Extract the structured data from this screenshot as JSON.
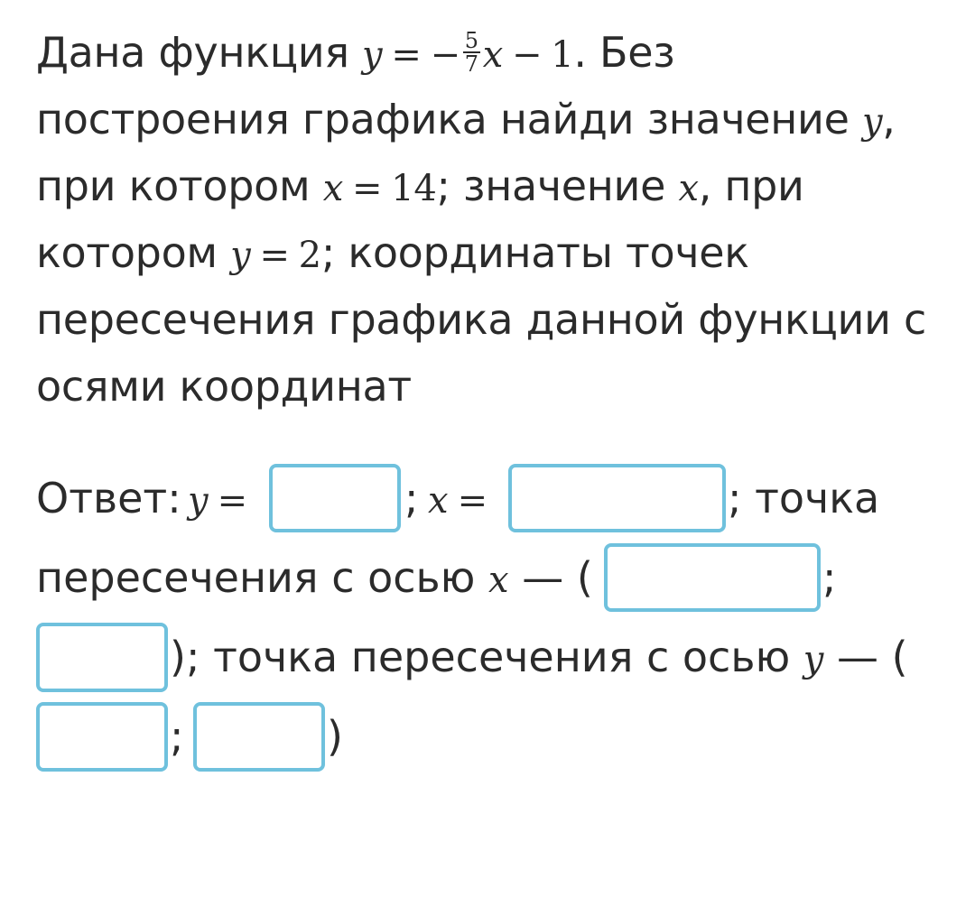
{
  "problem": {
    "intro": "Дана функция",
    "eq_y": "y",
    "eq_eq": "=",
    "eq_minus": "−",
    "eq_num": "5",
    "eq_den": "7",
    "eq_x": "x",
    "eq_minus2": "−",
    "eq_one": "1",
    "after_eq": ". Без",
    "line2_text": "построения графика найди значение",
    "line2_var": "y",
    "line2_tail": ",",
    "line3_a": "при котором",
    "line3_var": "x",
    "line3_eq": "=",
    "line3_val": "14",
    "line3_b": "; значение",
    "line3_var2": "x",
    "line3_c": ", при",
    "line4_a": "котором",
    "line4_var": "y",
    "line4_eq": "=",
    "line4_val": "2",
    "line4_b": "; координаты точек",
    "line5": "пересечения графика данной функции с",
    "line6": "осями координат"
  },
  "answer": {
    "label": "Ответ:",
    "y_var": "y",
    "eq": "=",
    "sep1": ";",
    "x_var": "x",
    "eq2": "=",
    "tail1": "; точка",
    "line2_text": "пересечения с осью",
    "line2_var": "x",
    "line2_dash": "— (",
    "line2_semi": ";",
    "line3_text": "); точка пересечения с осью",
    "line3_var": "y",
    "line3_dash": "— (",
    "line4_semi": ";",
    "line4_close": ")",
    "inputs": {
      "y_value": "",
      "x_value": "",
      "x_axis_point_x": "",
      "x_axis_point_y": "",
      "y_axis_point_x": "",
      "y_axis_point_y": ""
    }
  },
  "colors": {
    "text": "#2b2b2b",
    "input_border": "#6fc1dd",
    "background": "#ffffff"
  }
}
